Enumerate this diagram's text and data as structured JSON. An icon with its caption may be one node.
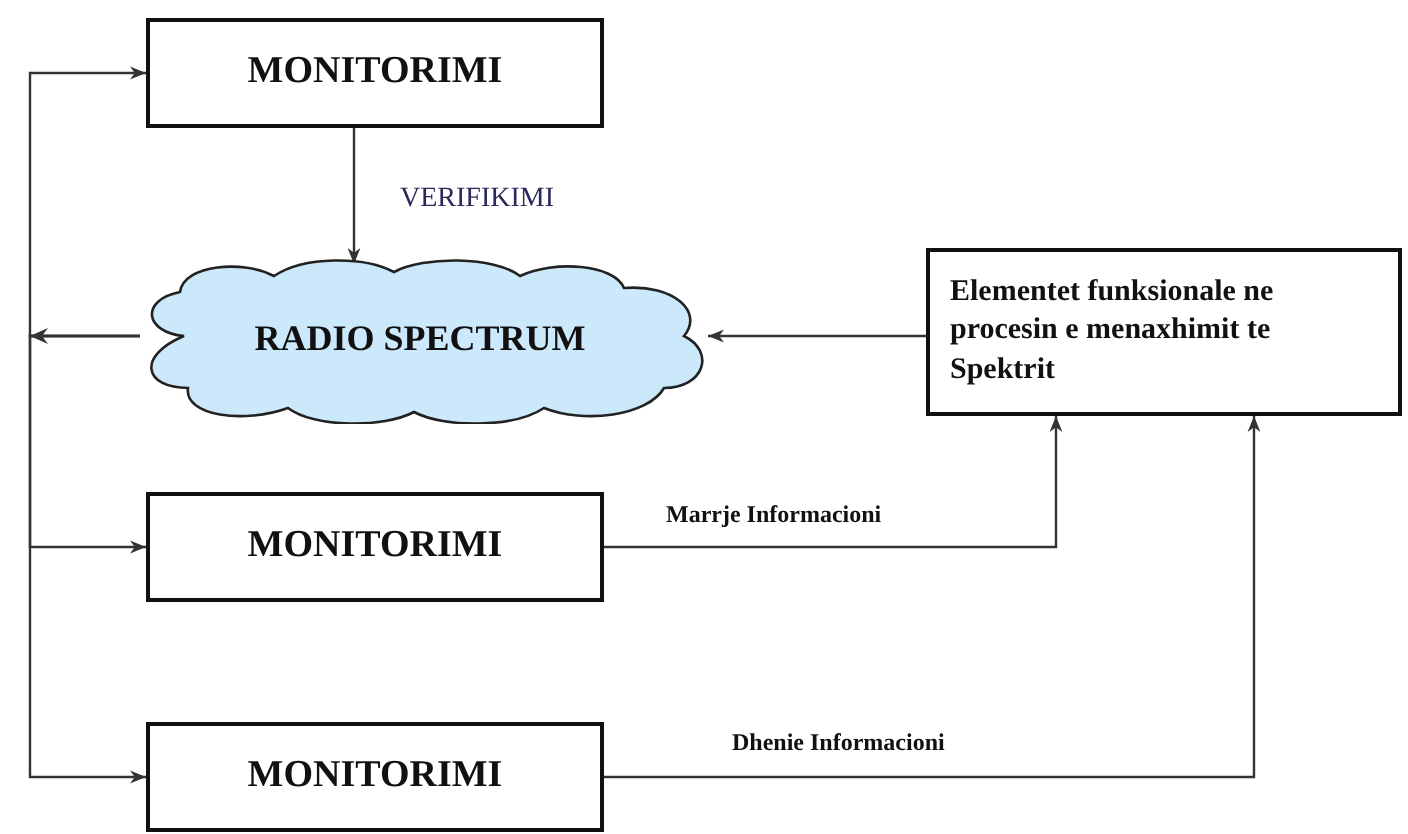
{
  "diagram": {
    "nodes": [
      {
        "text": [
          "MONITORIMI"
        ]
      },
      {
        "text": [
          "RADIO SPECTRUM"
        ]
      },
      {
        "text": [
          "Elementet funksionale ne procesin e menaxhimit te Spektrit"
        ]
      },
      {
        "text": [
          "MONITORIMI"
        ]
      },
      {
        "text": [
          "MONITORIMI"
        ]
      }
    ],
    "edges": [
      {
        "from": 0,
        "to": 1,
        "arrow": "to",
        "label": "VERIFIKIMI"
      },
      {
        "from": 2,
        "to": 1,
        "arrow": "to"
      },
      {
        "from": 1,
        "to": 0,
        "arrow": "to"
      },
      {
        "from": 1,
        "to": 3,
        "arrow": "to"
      },
      {
        "from": 1,
        "to": 4,
        "arrow": "to"
      },
      {
        "from": 3,
        "to": 2,
        "arrow": "to",
        "label": "Marrje Informacioni"
      },
      {
        "from": 4,
        "to": 2,
        "arrow": "to",
        "label": "Dhenie Informacioni"
      }
    ]
  }
}
